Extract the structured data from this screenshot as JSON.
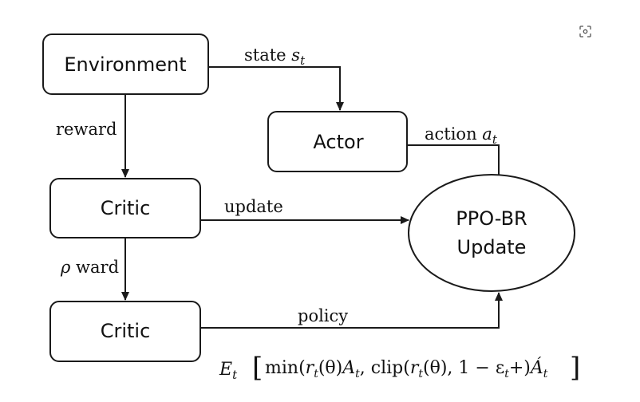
{
  "nodes": {
    "environment": "Environment",
    "actor": "Actor",
    "critic_top": "Critic",
    "critic_bottom": "Critic",
    "ppo_line1": "PPO-BR",
    "ppo_line2": "Update"
  },
  "edges": {
    "state_word": "state ",
    "state_var": "s",
    "state_sub": "t",
    "action_word": "action ",
    "action_var": "a",
    "action_sub": "t",
    "reward": "reward",
    "update": "update",
    "rho_symbol": "ρ",
    "rho_ward": " ward",
    "policy": "policy"
  },
  "formula": {
    "E": "E",
    "E_sub": "t",
    "open_bracket": "[",
    "min_word": "min(",
    "r1": "r",
    "r1_sub": "t",
    "theta1": "(θ)",
    "A1": "A",
    "A1_sub": "t",
    "sep": ", clip(",
    "r2": "r",
    "r2_sub": "t",
    "theta2": "(θ), 1 − ε",
    "eps_sub": "t",
    "plus": "+)",
    "A2": "Á",
    "A2_sub": "t",
    "close_bracket": "]"
  },
  "icons": {
    "corner": "scan-icon"
  }
}
